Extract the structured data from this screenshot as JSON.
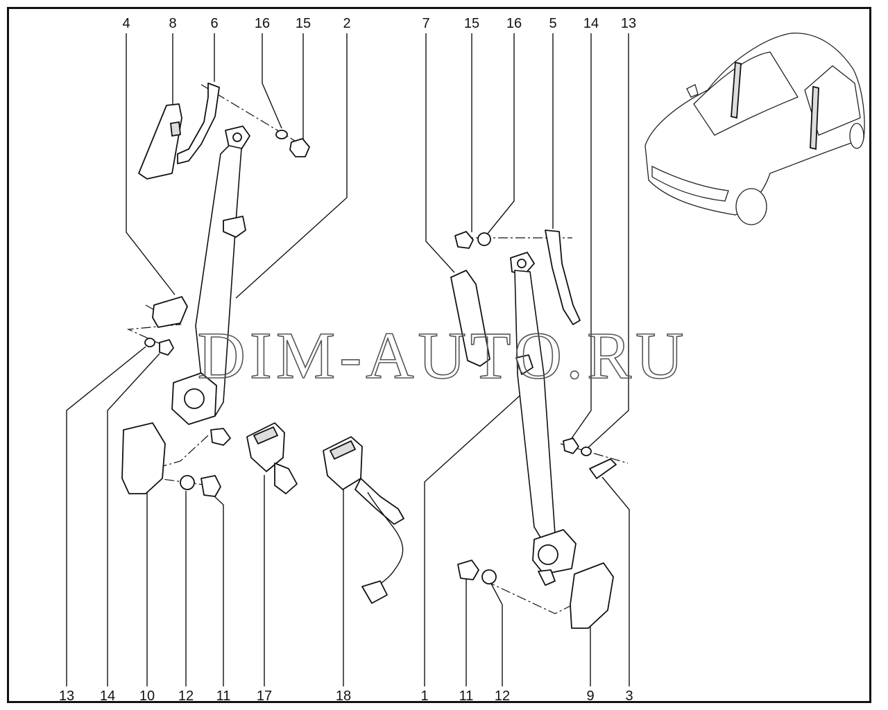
{
  "watermark": "DIM-AUTO.RU",
  "callouts_top": [
    "4",
    "8",
    "6",
    "16",
    "15",
    "2",
    "7",
    "15",
    "16",
    "5",
    "14",
    "13"
  ],
  "callouts_bottom": [
    "13",
    "14",
    "10",
    "12",
    "11",
    "17",
    "18",
    "1",
    "11",
    "12",
    "9",
    "3"
  ],
  "colors": {
    "line": "#111111",
    "background": "#ffffff",
    "watermark": "#555555"
  }
}
